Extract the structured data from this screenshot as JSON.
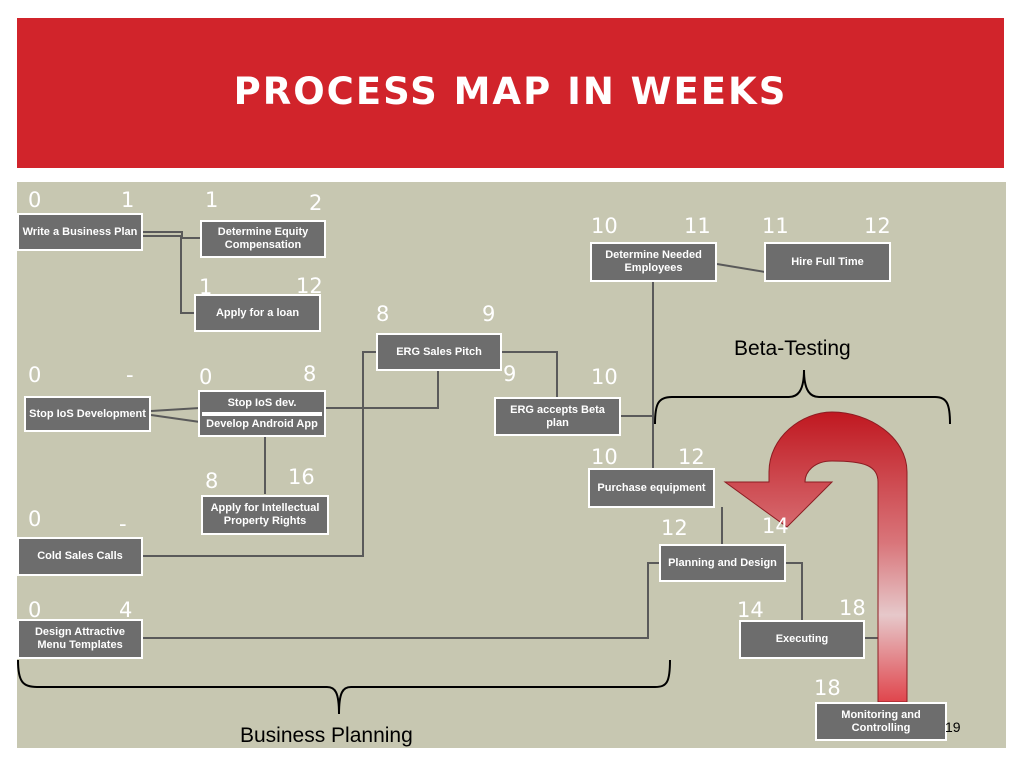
{
  "title": "PROCESS MAP IN WEEKS",
  "colors": {
    "header": "#d1242b",
    "canvas": "#c7c7b1",
    "box": "#6d6d6d",
    "arrow": "#c81e28"
  },
  "tasks": {
    "write_business_plan": {
      "label": "Write a Business Plan",
      "start": "0",
      "end": "1"
    },
    "determine_equity": {
      "label": "Determine Equity Compensation",
      "start": "1",
      "end": "2"
    },
    "apply_loan": {
      "label": "Apply for a loan",
      "start": "1",
      "end": "12"
    },
    "erg_sales_pitch": {
      "label": "ERG Sales Pitch",
      "start": "8",
      "end": "9"
    },
    "stop_ios_development": {
      "label": "Stop IoS Development",
      "start": "0",
      "end": "-"
    },
    "stop_ios_dev": {
      "line1": "Stop IoS dev.",
      "line2": "Develop Android App",
      "start": "0",
      "end": "8"
    },
    "apply_ip": {
      "label": "Apply for Intellectual Property Rights",
      "start": "8",
      "end": "16"
    },
    "cold_sales_calls": {
      "label": "Cold Sales Calls",
      "start": "0",
      "end": "-"
    },
    "design_menu": {
      "label": "Design Attractive Menu Templates",
      "start": "0",
      "end": "4"
    },
    "erg_accepts_beta": {
      "label": "ERG accepts Beta plan",
      "start": "9",
      "end": "10"
    },
    "determine_employees": {
      "label": "Determine Needed Employees",
      "start": "10",
      "end": "11"
    },
    "hire_full_time": {
      "label": "Hire Full Time",
      "start": "11",
      "end": "12"
    },
    "purchase_equipment": {
      "label": "Purchase equipment",
      "start": "10",
      "end": "12"
    },
    "planning_design": {
      "label": "Planning and Design",
      "start": "12",
      "end": "14"
    },
    "executing": {
      "label": "Executing",
      "start": "14",
      "end": "18"
    },
    "monitoring": {
      "label": "Monitoring and Controlling",
      "start": "18"
    }
  },
  "braces": {
    "business_planning": "Business Planning",
    "beta_testing": "Beta-Testing"
  },
  "page_number": "19"
}
